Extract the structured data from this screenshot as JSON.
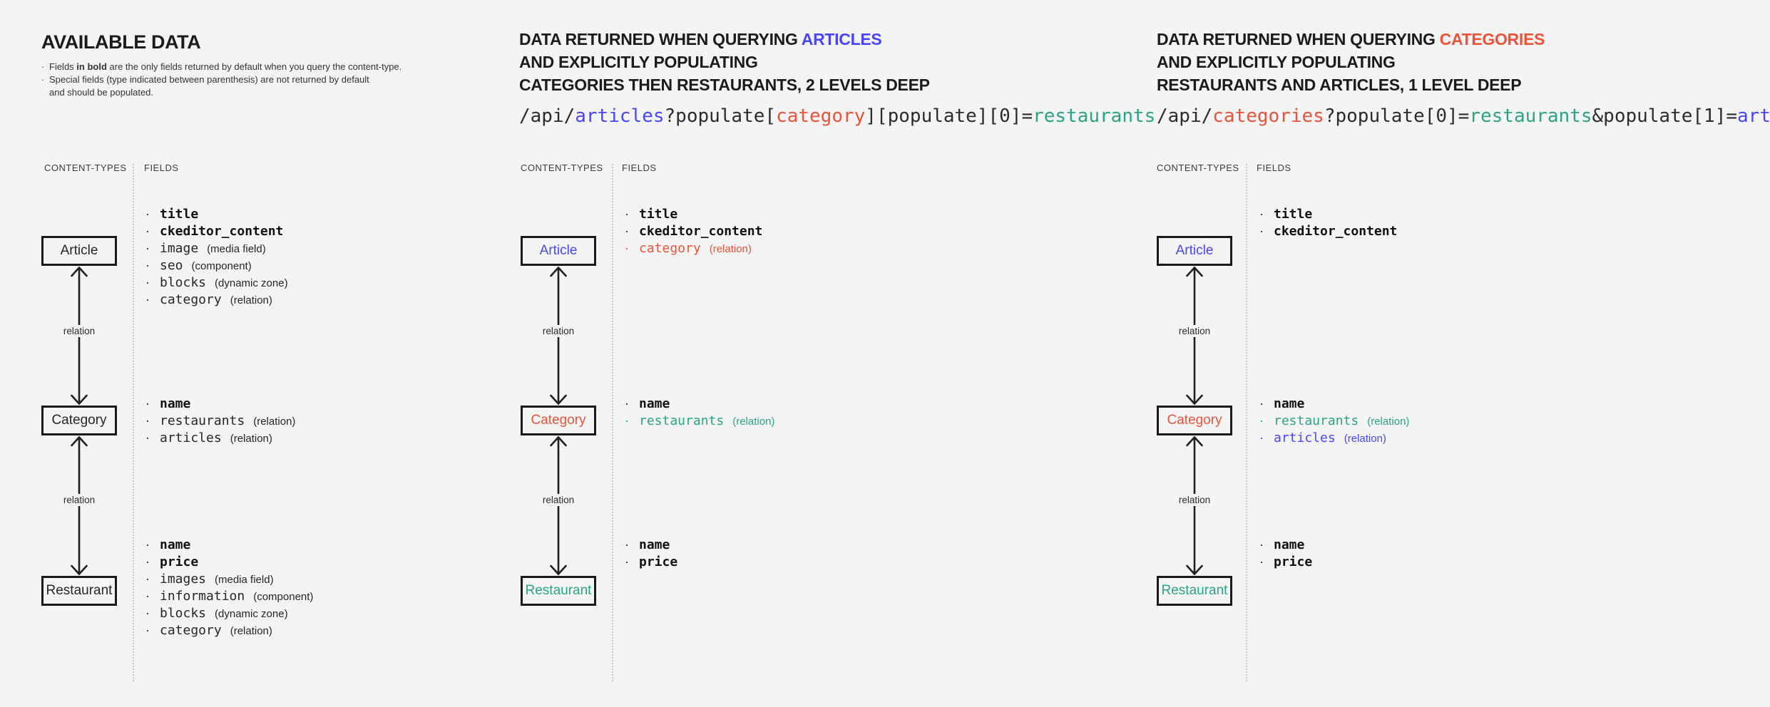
{
  "canvas": {
    "background": "#f4f4f5"
  },
  "colors": {
    "blue": "#4945ff",
    "red": "#ef5238",
    "teal": "#2aa583",
    "dark": "#1b1b1b"
  },
  "columns": [
    {
      "title": "AVAILABLE DATA",
      "notes": [
        {
          "segments": [
            {
              "t": "Fields "
            },
            {
              "t": "in bold",
              "b": true
            },
            {
              "t": " are the only fields returned by default when you query the content-type."
            }
          ]
        },
        {
          "segments": [
            {
              "t": "Special fields (type indicated between parenthesis) are not returned by default"
            },
            {
              "br": true
            },
            {
              "t": "and should be populated."
            }
          ]
        }
      ],
      "diagram": {
        "content_types_label": "CONTENT-TYPES",
        "fields_label": "FIELDS",
        "relation_label": "relation",
        "boxes": [
          {
            "name": "Article",
            "fields": [
              {
                "name": "title",
                "bold": true
              },
              {
                "name": "ckeditor_content",
                "bold": true
              },
              {
                "name": "image",
                "type": "(media field)"
              },
              {
                "name": "seo",
                "type": "(component)"
              },
              {
                "name": "blocks",
                "type": "(dynamic zone)"
              },
              {
                "name": "category",
                "type": "(relation)"
              }
            ]
          },
          {
            "name": "Category",
            "fields": [
              {
                "name": "name",
                "bold": true
              },
              {
                "name": "restaurants",
                "type": "(relation)"
              },
              {
                "name": "articles",
                "type": "(relation)"
              }
            ]
          },
          {
            "name": "Restaurant",
            "fields": [
              {
                "name": "name",
                "bold": true
              },
              {
                "name": "price",
                "bold": true
              },
              {
                "name": "images",
                "type": "(media field)"
              },
              {
                "name": "information",
                "type": "(component)"
              },
              {
                "name": "blocks",
                "type": "(dynamic zone)"
              },
              {
                "name": "category",
                "type": "(relation)"
              }
            ]
          }
        ]
      }
    },
    {
      "heading_lines": [
        [
          {
            "t": "DATA RETURNED WHEN QUERYING "
          },
          {
            "t": "ARTICLES",
            "c": "#4945ff"
          }
        ],
        [
          {
            "t": "AND EXPLICITLY POPULATING"
          }
        ],
        [
          {
            "t": "CATEGORIES THEN RESTAURANTS, 2 LEVELS DEEP"
          }
        ]
      ],
      "code_segments": [
        {
          "t": "/api/"
        },
        {
          "t": "articles",
          "c": "#4945ff"
        },
        {
          "t": "?populate["
        },
        {
          "t": "category",
          "c": "#ef5238"
        },
        {
          "t": "][populate][0]="
        },
        {
          "t": "restaurants",
          "c": "#2aa583"
        }
      ],
      "diagram": {
        "content_types_label": "CONTENT-TYPES",
        "fields_label": "FIELDS",
        "relation_label": "relation",
        "boxes": [
          {
            "name": "Article",
            "c": "#4945ff",
            "fields": [
              {
                "name": "title",
                "bold": true
              },
              {
                "name": "ckeditor_content",
                "bold": true
              },
              {
                "name": "category",
                "type": "(relation)",
                "c": "#ef5238"
              }
            ]
          },
          {
            "name": "Category",
            "c": "#ef5238",
            "fields": [
              {
                "name": "name",
                "bold": true
              },
              {
                "name": "restaurants",
                "type": "(relation)",
                "c": "#2aa583"
              }
            ]
          },
          {
            "name": "Restaurant",
            "c": "#2aa583",
            "fields": [
              {
                "name": "name",
                "bold": true
              },
              {
                "name": "price",
                "bold": true
              }
            ]
          }
        ]
      }
    },
    {
      "heading_lines": [
        [
          {
            "t": "DATA RETURNED WHEN QUERYING "
          },
          {
            "t": "CATEGORIES",
            "c": "#ef5238"
          }
        ],
        [
          {
            "t": "AND EXPLICITLY POPULATING"
          }
        ],
        [
          {
            "t": "RESTAURANTS AND ARTICLES, 1 LEVEL DEEP"
          }
        ]
      ],
      "code_segments": [
        {
          "t": "/api/"
        },
        {
          "t": "categories",
          "c": "#ef5238"
        },
        {
          "t": "?populate[0]="
        },
        {
          "t": "restaurants",
          "c": "#2aa583"
        },
        {
          "t": "&populate[1]="
        },
        {
          "t": "articles",
          "c": "#4945ff"
        }
      ],
      "diagram": {
        "content_types_label": "CONTENT-TYPES",
        "fields_label": "FIELDS",
        "relation_label": "relation",
        "boxes": [
          {
            "name": "Article",
            "c": "#4945ff",
            "fields": [
              {
                "name": "title",
                "bold": true
              },
              {
                "name": "ckeditor_content",
                "bold": true
              }
            ]
          },
          {
            "name": "Category",
            "c": "#ef5238",
            "fields": [
              {
                "name": "name",
                "bold": true
              },
              {
                "name": "restaurants",
                "type": "(relation)",
                "c": "#2aa583"
              },
              {
                "name": "articles",
                "type": "(relation)",
                "c": "#4945ff"
              }
            ]
          },
          {
            "name": "Restaurant",
            "c": "#2aa583",
            "fields": [
              {
                "name": "name",
                "bold": true
              },
              {
                "name": "price",
                "bold": true
              }
            ]
          }
        ]
      }
    }
  ]
}
